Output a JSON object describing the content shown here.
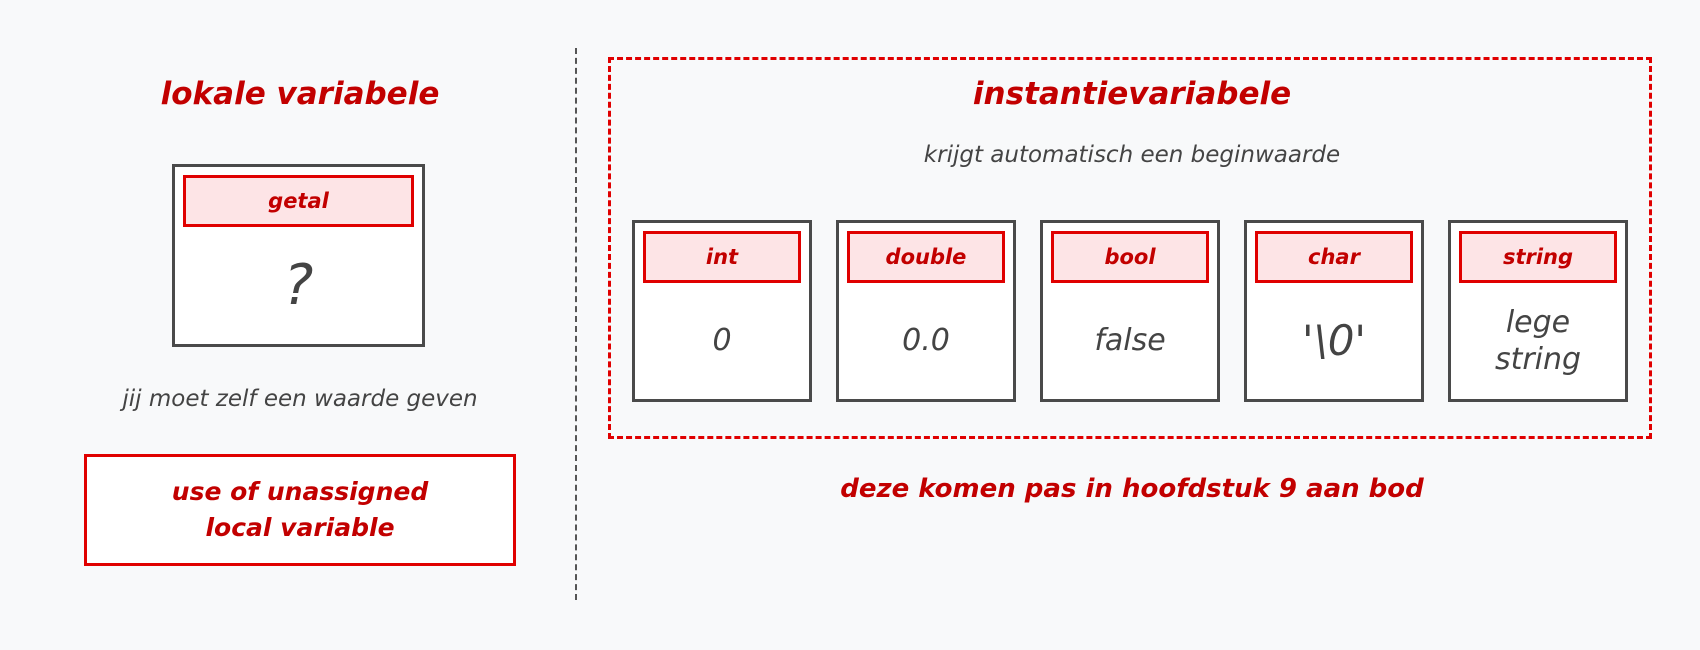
{
  "local": {
    "title": "lokale variabele",
    "variable": {
      "label": "getal",
      "value": "?"
    },
    "note": "jij moet zelf een waarde geven",
    "error": "use of unassigned\nlocal variable"
  },
  "instance": {
    "title": "instantievariabele",
    "subtitle": "krijgt automatisch een beginwaarde",
    "types": [
      {
        "label": "int",
        "value": "0"
      },
      {
        "label": "double",
        "value": "0.0"
      },
      {
        "label": "bool",
        "value": "false"
      },
      {
        "label": "char",
        "value": "'\\0'"
      },
      {
        "label": "string",
        "value": "lege\nstring"
      }
    ],
    "footnote": "deze komen pas in hoofdstuk 9 aan bod"
  },
  "colors": {
    "accent": "#e00000",
    "accent_text": "#c20000",
    "label_fill": "#fde4e6",
    "ink": "#444444",
    "background": "#f8f9fa"
  }
}
